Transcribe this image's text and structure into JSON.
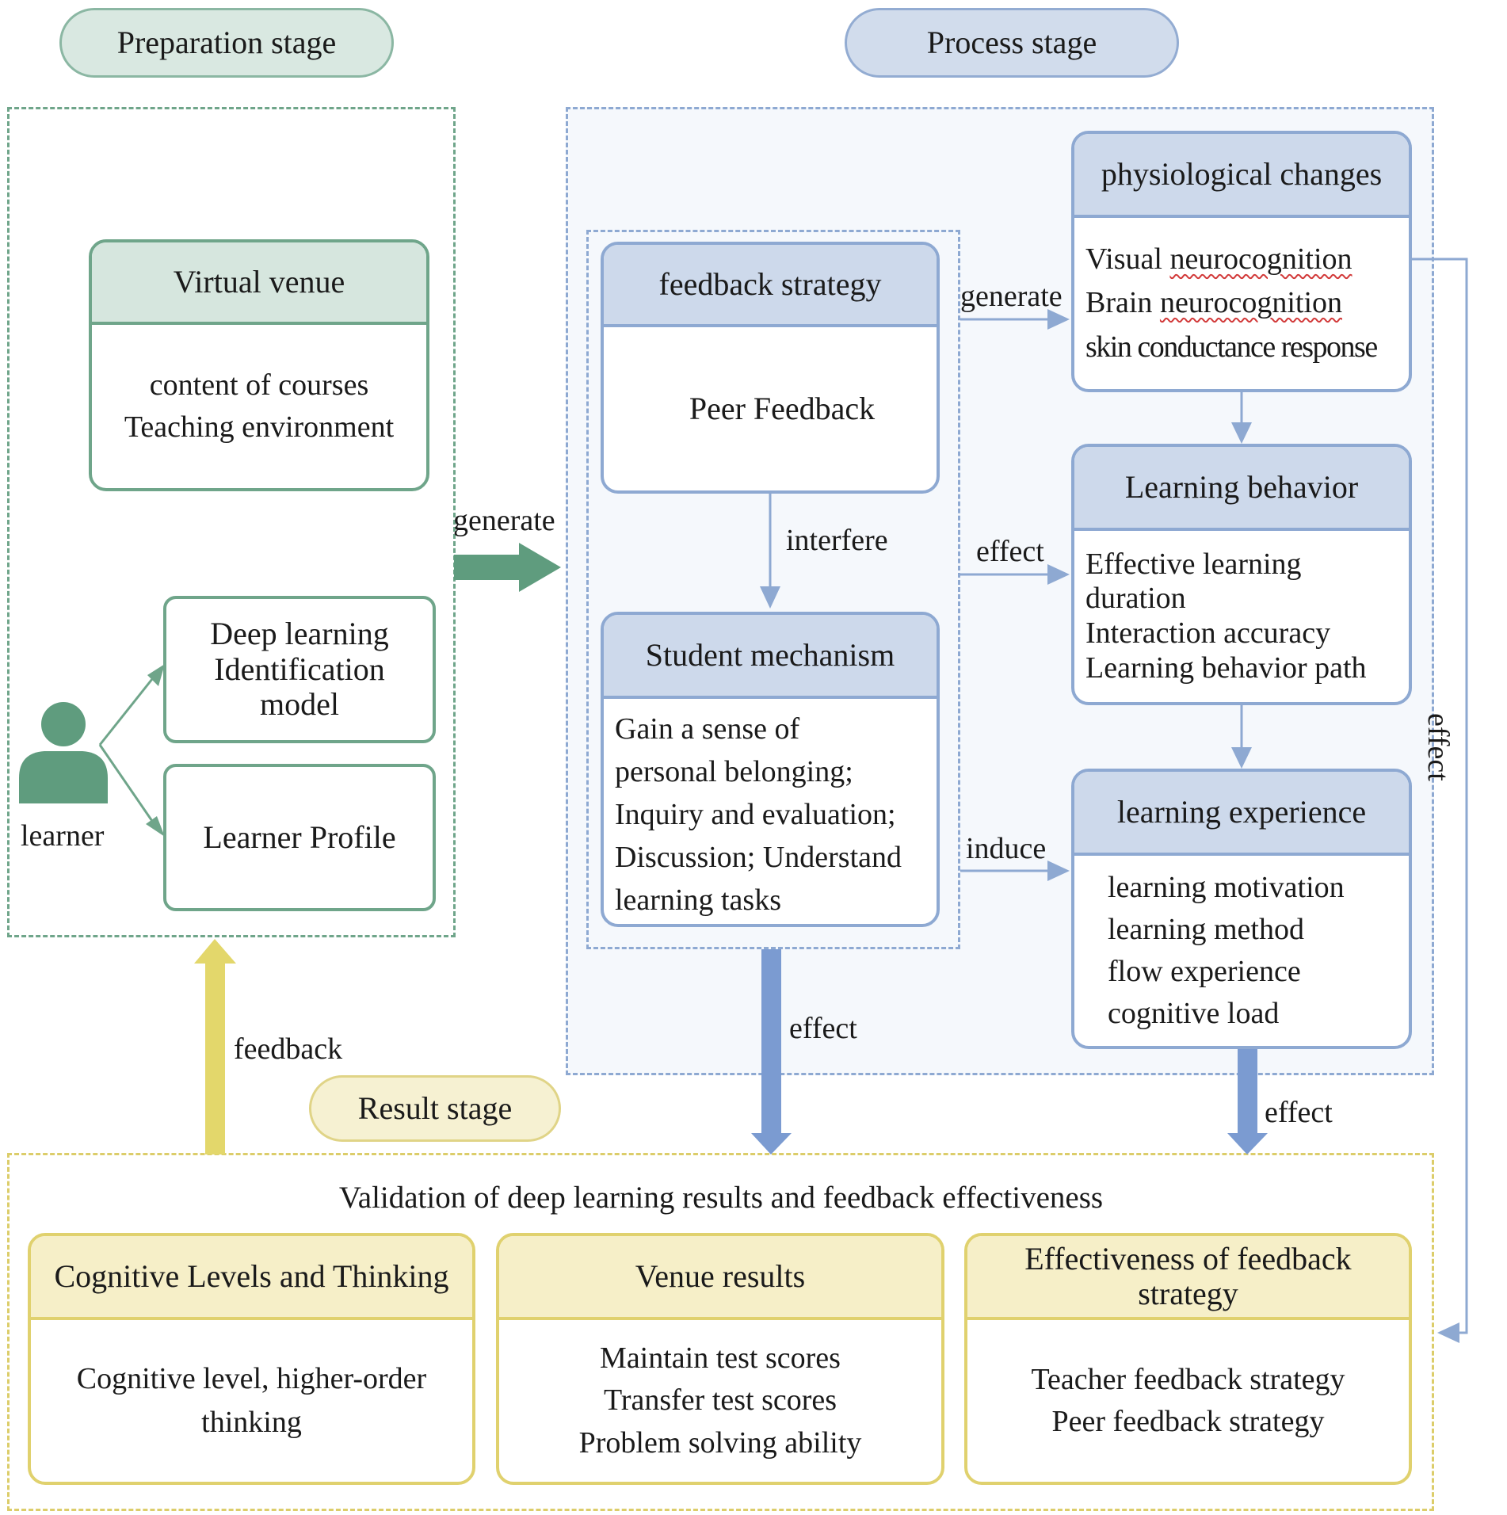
{
  "stages": {
    "preparation": "Preparation stage",
    "process": "Process stage",
    "result": "Result stage"
  },
  "preparation": {
    "virtual_venue": {
      "title": "Virtual venue",
      "items": [
        "content of courses",
        "Teaching environment"
      ]
    },
    "learner_label": "learner",
    "deep_learning_model": [
      "Deep learning",
      "Identification",
      "model"
    ],
    "learner_profile": "Learner Profile"
  },
  "process": {
    "feedback_strategy": {
      "title": "feedback strategy",
      "body": "Peer Feedback"
    },
    "student_mechanism": {
      "title": "Student mechanism",
      "lines": [
        "Gain a sense of",
        "personal belonging;",
        "Inquiry and evaluation;",
        "Discussion; Understand",
        "learning tasks"
      ]
    },
    "physiological_changes": {
      "title": "physiological changes",
      "lines": [
        {
          "pre": "Visual ",
          "wavy": "neurocognition"
        },
        {
          "pre": "Brain ",
          "wavy": "neurocognition"
        },
        {
          "pre": "skin conductance response",
          "wavy": ""
        }
      ]
    },
    "learning_behavior": {
      "title": "Learning behavior",
      "lines": [
        "Effective learning",
        "duration",
        "Interaction accuracy",
        "Learning behavior path"
      ]
    },
    "learning_experience": {
      "title": "learning experience",
      "lines": [
        "learning motivation",
        "learning method",
        "flow experience",
        "cognitive load"
      ]
    }
  },
  "result": {
    "title": "Validation of deep learning results and feedback effectiveness",
    "cognitive": {
      "title": "Cognitive Levels and Thinking",
      "lines": [
        "Cognitive level, higher-order",
        "thinking"
      ]
    },
    "venue": {
      "title": "Venue results",
      "lines": [
        "Maintain test scores",
        "Transfer test scores",
        "Problem solving ability"
      ]
    },
    "feedback_eff": {
      "title": "Effectiveness of feedback strategy",
      "lines": [
        "Teacher feedback strategy",
        "Peer feedback strategy"
      ]
    }
  },
  "arrows": {
    "generate_main": "generate",
    "generate_phys": "generate",
    "interfere": "interfere",
    "effect_behavior": "effect",
    "induce": "induce",
    "effect_down_left": "effect",
    "effect_down_right": "effect",
    "effect_side": "effect",
    "feedback": "feedback"
  },
  "colors": {
    "green": "#6fa58a",
    "blue": "#8ea9d2",
    "yellow": "#e0d16e",
    "green_arrow": "#5f9c7e",
    "blue_arrow": "#7b9bd1",
    "yellow_arrow": "#e3d76b"
  }
}
